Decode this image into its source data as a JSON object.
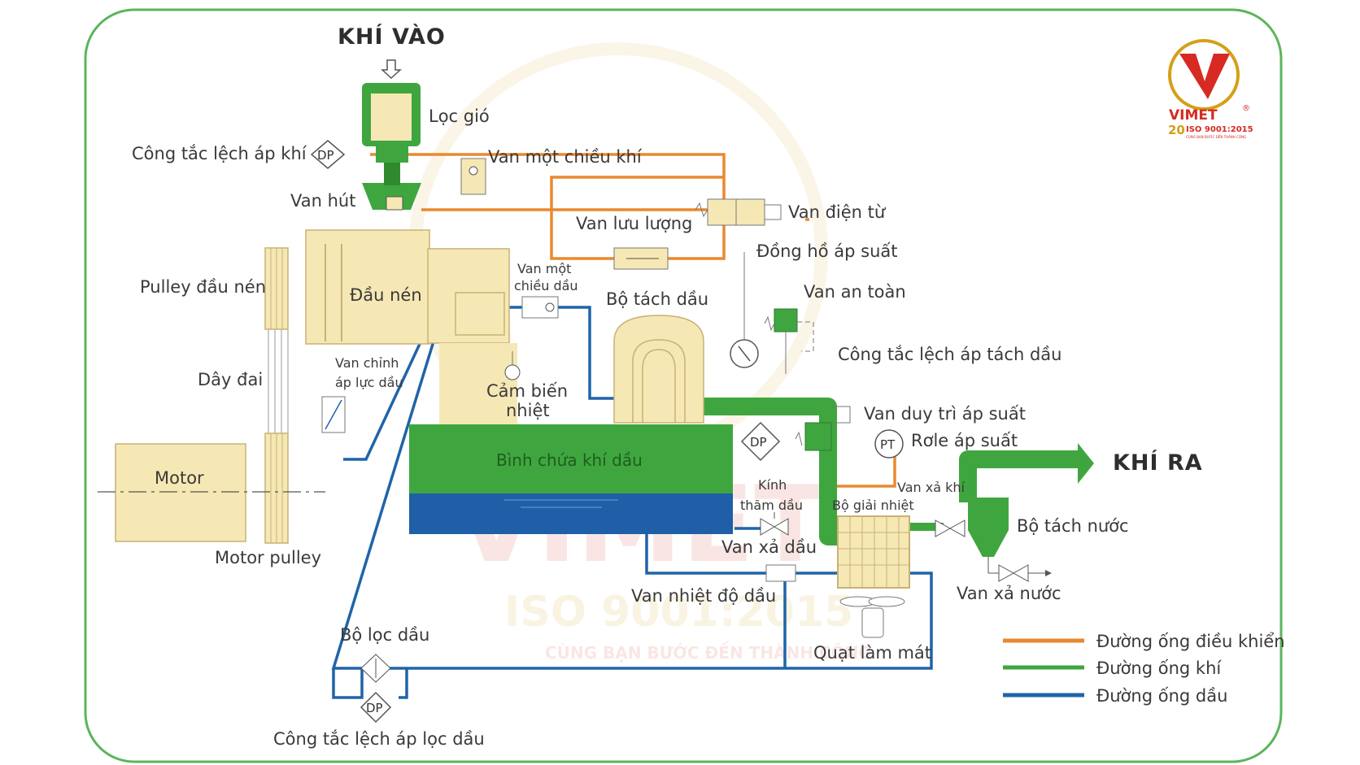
{
  "labels": {
    "air_in": "KHÍ VÀO",
    "air_filter": "Lọc gió",
    "air_dp_switch": "Công tắc lệch áp khí",
    "air_check_valve": "Van một chiều khí",
    "intake_valve": "Van hút",
    "flow_valve": "Van lưu lượng",
    "solenoid_valve": "Van điện từ",
    "pressure_gauge": "Đồng hồ áp suất",
    "safety_valve": "Van an toàn",
    "pulley_head": "Pulley đầu nén",
    "compressor_head": "Đầu nén",
    "oil_check_valve_1": "Van một",
    "oil_check_valve_2": "chiều dầu",
    "oil_separator": "Bộ tách dầu",
    "belt": "Dây đai",
    "oil_pressure_valve_1": "Van chỉnh",
    "oil_pressure_valve_2": "áp lực dầu",
    "temp_sensor_1": "Cảm biến",
    "temp_sensor_2": "nhiệt",
    "sep_dp_switch": "Công tắc lệch áp tách dầu",
    "min_pressure_valve": "Van duy trì áp suất",
    "pressure_relay": "Rơle áp suất",
    "air_out": "KHÍ RA",
    "motor": "Motor",
    "tank": "Bình chứa khí dầu",
    "sight_glass_1": "Kính",
    "sight_glass_2": "thăm dầu",
    "air_drain_valve": "Van xả khí",
    "cooler": "Bộ giải nhiệt",
    "water_separator": "Bộ tách nước",
    "motor_pulley": "Motor pulley",
    "oil_drain_valve": "Van xả dầu",
    "thermo_valve": "Van nhiệt độ dầu",
    "water_drain_valve": "Van xả nước",
    "oil_filter": "Bộ lọc dầu",
    "cooling_fan": "Quạt làm mát",
    "oil_filter_dp_switch": "Công tắc lệch áp lọc dầu",
    "dp_tag": "DP",
    "pt_tag": "PT"
  },
  "legend": [
    {
      "label": "Đường ống điều khiển",
      "color": "#e8892f"
    },
    {
      "label": "Đường ống khí",
      "color": "#3fa63f"
    },
    {
      "label": "Đường ống dầu",
      "color": "#1f64a8"
    }
  ],
  "logo": {
    "brand": "VIMET",
    "cert": "ISO 9001:2015",
    "anniversary": "20",
    "tagline": "CÙNG BẠN BƯỚC ĐẾN THÀNH CÔNG"
  },
  "colors": {
    "frame": "#5bb55b",
    "control_line": "#e8892f",
    "air_line": "#3fa63f",
    "oil_line": "#1f64a8",
    "machine_body": "#f6e8b4",
    "tank_oil": "#1f5fa8"
  }
}
